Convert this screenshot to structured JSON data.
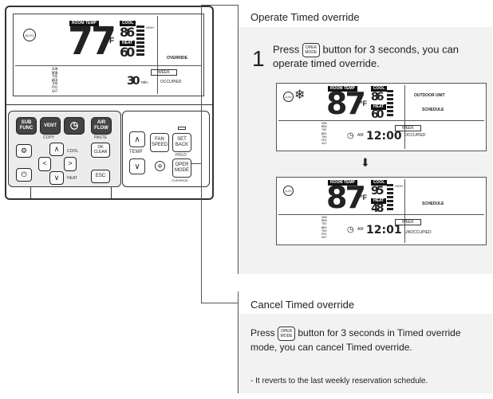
{
  "device": {
    "lcd": {
      "room_temp_tag": "ROOM TEMP",
      "big_temp": "77",
      "unit": "°F",
      "cool_tag": "COOL",
      "cool_value": "86",
      "heat_tag": "HEAT",
      "heat_value": "60",
      "high_label": "HIGH",
      "override_label": "OVERRIDE",
      "days": [
        "SUN",
        "MON",
        "TUE",
        "WED",
        "THU",
        "FRI",
        "SAT"
      ],
      "week_label": "WEEK",
      "timer_value": "30",
      "timer_unit": "min.",
      "occupied_label": "OCCUPIED"
    },
    "buttons": {
      "sub_func": "SUB FUNC",
      "vent": "VENT",
      "air_flow": "AIR FLOW",
      "copy": "COPY",
      "paste": "PASTE",
      "cool": "COOL",
      "heat": "HEAT",
      "ok_clear": "OK CLEAR",
      "esc": "ESC",
      "temp": "TEMP",
      "fan_speed": "FAN SPEED",
      "set_back": "SET BACK",
      "hold": "HOLD",
      "oper_mode": "OPER MODE",
      "override": "OVERRIDE"
    }
  },
  "operate_section": {
    "header": "Operate Timed override",
    "step_number": "1",
    "text_before": "Press",
    "inline_button": "OPER MODE",
    "text_after": "button for 3 seconds, you can operate timed override.",
    "screen1": {
      "room_temp_tag": "ROOM TEMP",
      "big_temp": "87",
      "unit": "°F",
      "cool_tag": "COOL",
      "cool_value": "86",
      "heat_tag": "HEAT",
      "heat_value": "60",
      "outdoor_label": "OUTDOOR UNIT",
      "schedule_label": "SCHEDULE",
      "days": [
        "SUN",
        "MON",
        "TUE",
        "WED",
        "THU",
        "FRI",
        "SAT"
      ],
      "week_label": "WEEK",
      "am_label": "AM",
      "time": "12:00",
      "status": "OCCUPIED"
    },
    "screen2": {
      "room_temp_tag": "ROOM TEMP",
      "big_temp": "87",
      "unit": "°F",
      "cool_tag": "COOL",
      "cool_value": "95",
      "heat_tag": "HEAT",
      "heat_value": "48",
      "high_label": "HIGH",
      "schedule_label": "SCHEDULE",
      "days": [
        "SUN",
        "MON",
        "TUE",
        "WED",
        "THU",
        "FRI",
        "SAT"
      ],
      "week_label": "WEEK",
      "am_label": "AM",
      "time": "12:01",
      "status": "UNOCCUPIED"
    }
  },
  "cancel_section": {
    "header": "Cancel Timed override",
    "text_before": "Press",
    "inline_button": "OPER MODE",
    "text_after": "button for 3 seconds in Timed override mode, you can cancel Timed override.",
    "note": "- It reverts to the last weekly reservation schedule."
  }
}
